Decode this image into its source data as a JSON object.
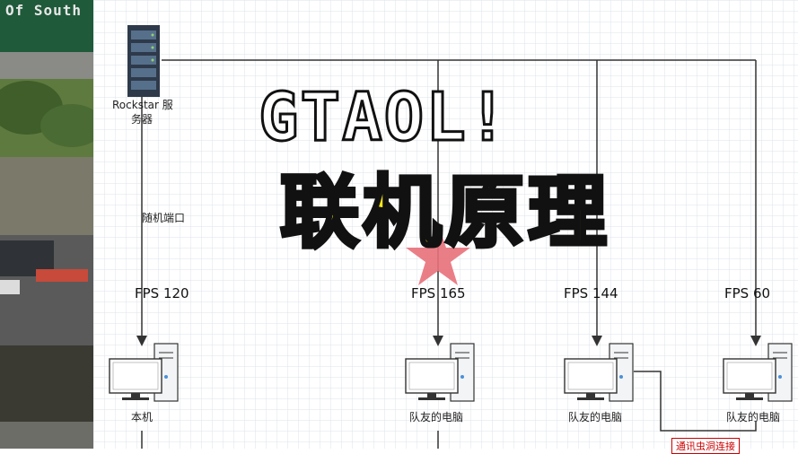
{
  "game_panel": {
    "sign_text": "Of South"
  },
  "title": {
    "line1": "GTAOL!",
    "line2": "联机原理"
  },
  "server": {
    "label_line1": "Rockstar 服",
    "label_line2": "务器",
    "icon": "server-rack-icon"
  },
  "port_label": "随机端口",
  "computers": [
    {
      "fps": "FPS 120",
      "label": "本机",
      "icon": "desktop-computer-icon"
    },
    {
      "fps": "FPS 165",
      "label": "队友的电脑",
      "icon": "desktop-computer-icon"
    },
    {
      "fps": "FPS 144",
      "label": "队友的电脑",
      "icon": "desktop-computer-icon"
    },
    {
      "fps": "FPS 60",
      "label": "队友的电脑",
      "icon": "desktop-computer-icon"
    }
  ],
  "bottom_note": "通讯虫洞连接",
  "colors": {
    "title_yellow": "#ffe814",
    "star_red": "#e8707a",
    "line": "#333333",
    "grid": "#dde3ea"
  }
}
